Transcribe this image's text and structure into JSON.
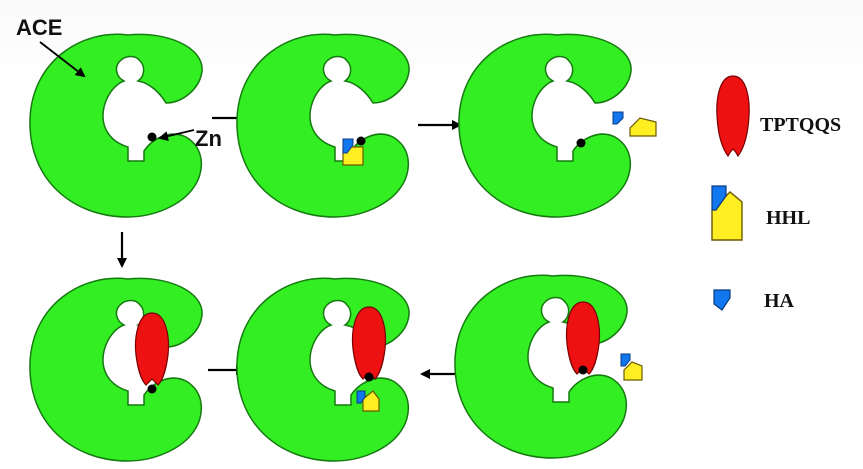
{
  "labels": {
    "enzyme": "ACE",
    "metal": "Zn"
  },
  "legend": [
    {
      "label": "TPTQQS",
      "shape": "peptide"
    },
    {
      "label": "HHL",
      "shape": "substrate"
    },
    {
      "label": "HA",
      "shape": "product"
    }
  ],
  "colors": {
    "enzyme": "#33ee22",
    "peptide": "#ee1111",
    "substrate_blue": "#1177ee",
    "substrate_yellow": "#ffee22",
    "zinc": "#000000",
    "arrow": "#000000"
  }
}
